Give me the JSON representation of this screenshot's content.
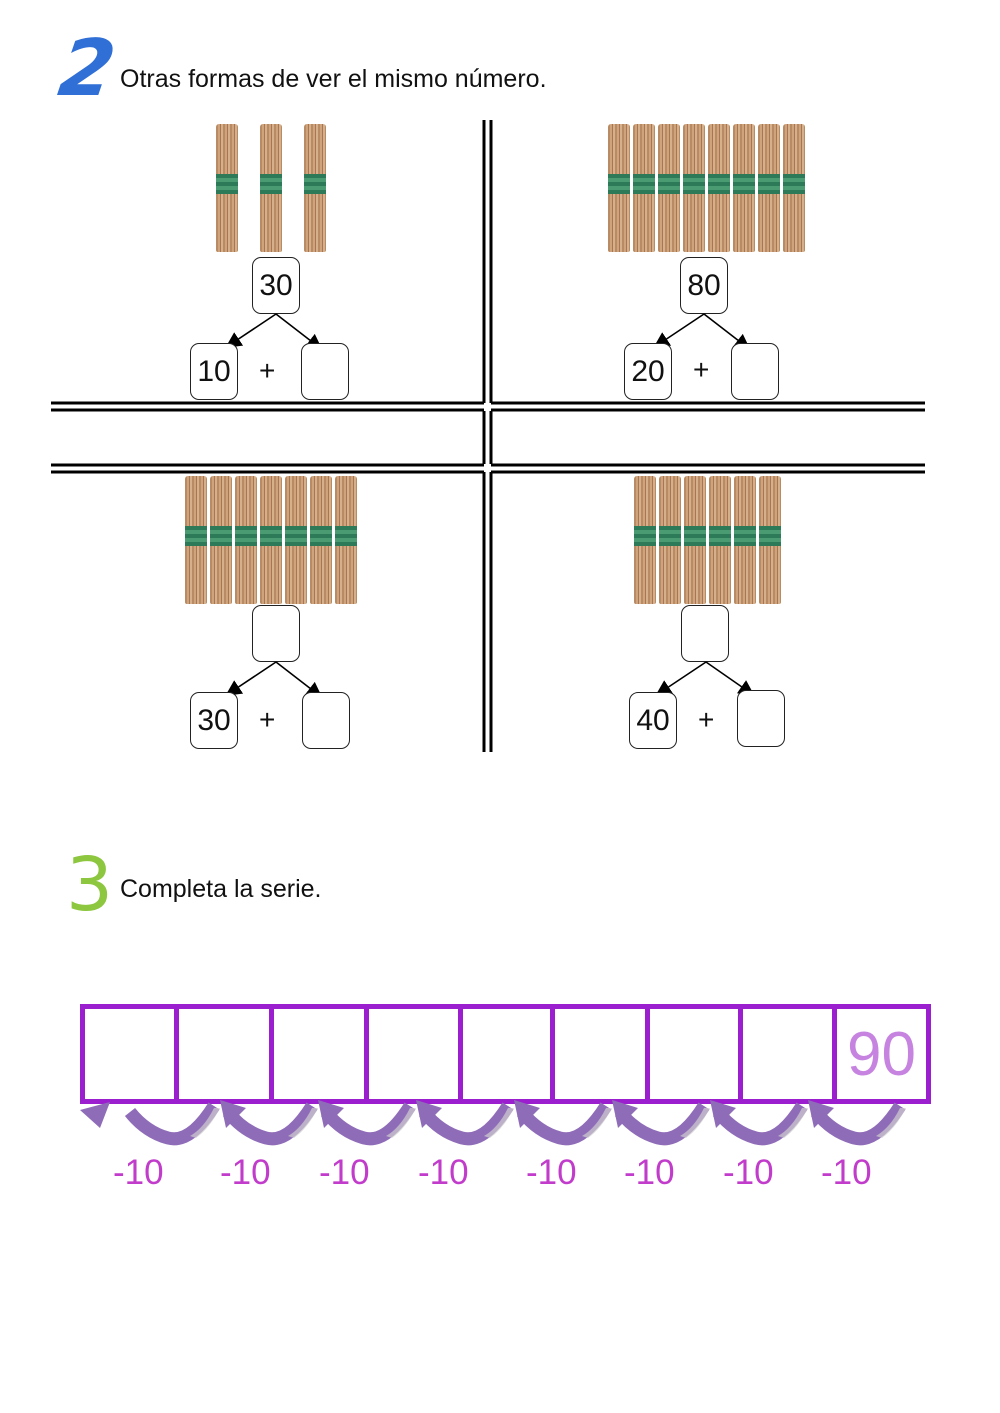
{
  "section2": {
    "number": "2",
    "instruction": "Otras formas de ver el mismo número."
  },
  "quadrants": [
    {
      "bundles": 3,
      "total": "30",
      "left": "10",
      "plus": "+",
      "right": ""
    },
    {
      "bundles": 8,
      "total": "80",
      "left": "20",
      "plus": "+",
      "right": ""
    },
    {
      "bundles": 7,
      "total": "",
      "left": "30",
      "plus": "+",
      "right": ""
    },
    {
      "bundles": 6,
      "total": "",
      "left": "40",
      "plus": "+",
      "right": ""
    }
  ],
  "section3": {
    "number": "3",
    "instruction": "Completa la serie."
  },
  "series": {
    "values": [
      "",
      "",
      "",
      "",
      "",
      "",
      "",
      "",
      "90"
    ],
    "step_labels": [
      "-10",
      "-10",
      "-10",
      "-10",
      "-10",
      "-10",
      "-10",
      "-10"
    ]
  },
  "colors": {
    "section2_number": "#2f6fd6",
    "section3_number": "#8dc63f",
    "series_border": "#9b1fcf",
    "series_value": "#c684e0",
    "step_label": "#c23ccb",
    "arrow": "#8f6cb8"
  }
}
